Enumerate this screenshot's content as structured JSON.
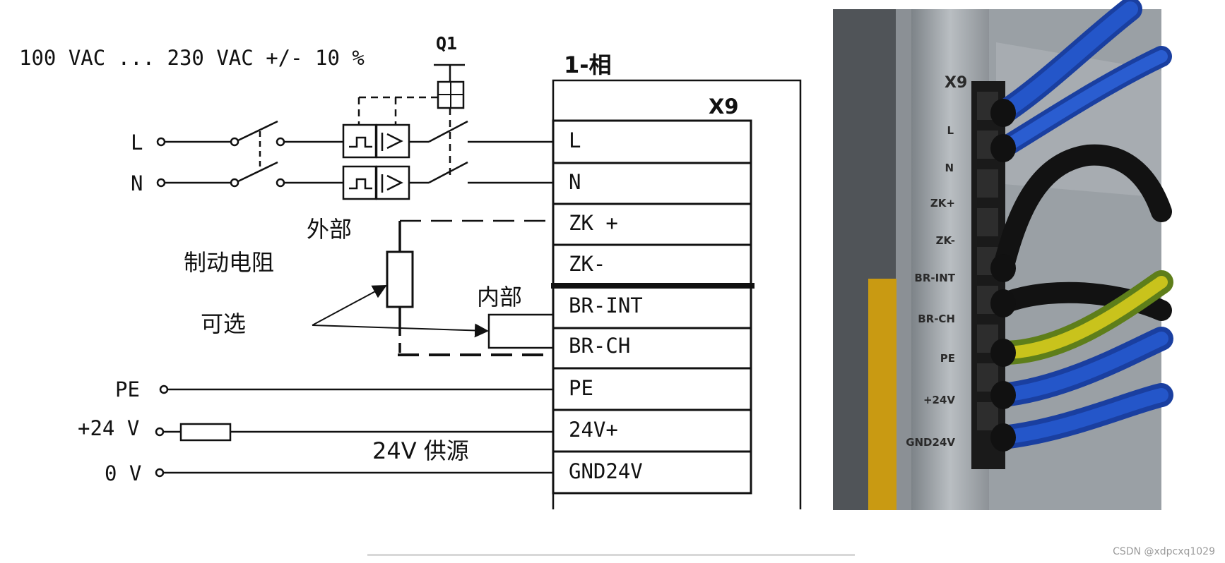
{
  "supply_spec": "100 VAC ... 230 VAC +/- 10 %",
  "switch_ref": "Q1",
  "phase_title": "1-相",
  "connector_title": "X9",
  "terminals": [
    "L",
    "N",
    "ZK +",
    "ZK-",
    "BR-INT",
    "BR-CH",
    "PE",
    "24V+",
    "GND24V"
  ],
  "inputs": {
    "l": "L",
    "n": "N",
    "pe": "PE",
    "p24": "+24 V",
    "zero": "0 V"
  },
  "labels": {
    "external": "外部",
    "brake_resistor": "制动电阻",
    "optional": "可选",
    "internal": "内部",
    "supply_24v": "24V 供源"
  },
  "photo": {
    "header": "X9",
    "pins": [
      "L",
      "N",
      "ZK+",
      "ZK-",
      "BR-INT",
      "BR-CH",
      "PE",
      "+24V",
      "GND24V"
    ]
  },
  "watermark": "CSDN @xdpcxq1029"
}
